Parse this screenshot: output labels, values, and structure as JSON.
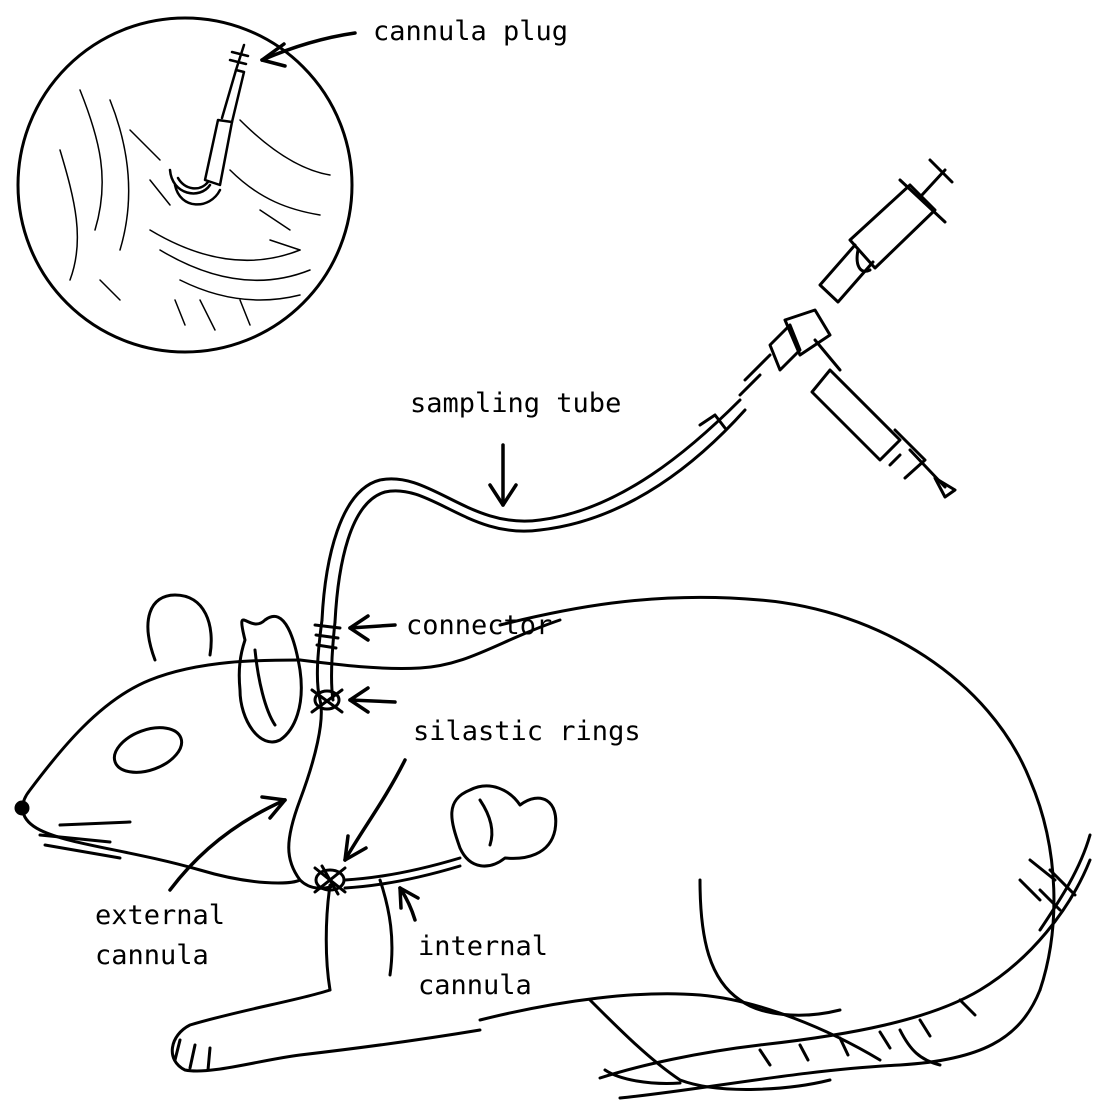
{
  "labels": {
    "cannula_plug": "cannula plug",
    "sampling_tube": "sampling tube",
    "connector": "connector",
    "silastic_rings": "silastic rings",
    "external_cannula_1": "external",
    "external_cannula_2": "cannula",
    "internal_cannula_1": "internal",
    "internal_cannula_2": "cannula"
  },
  "colors": {
    "ink": "#000000",
    "background": "#ffffff"
  }
}
